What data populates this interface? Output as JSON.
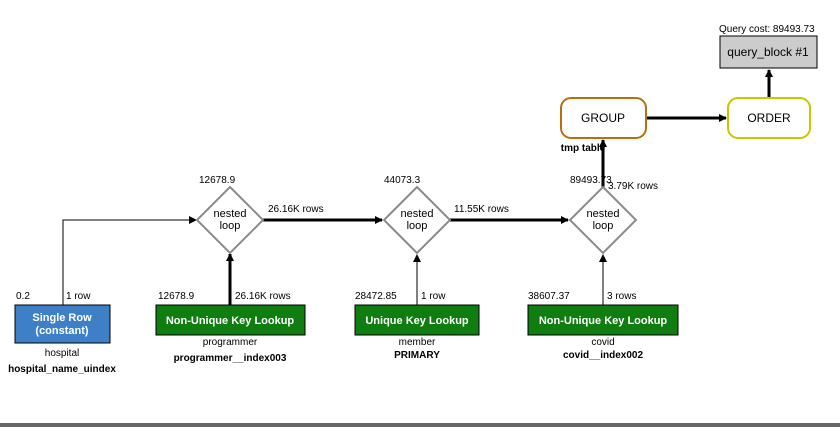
{
  "query_cost_label": "Query cost: 89493.73",
  "query_block": "query_block #1",
  "order": "ORDER",
  "group": "GROUP",
  "group_note": "tmp table",
  "colors": {
    "table_single_row": "#3e80c8",
    "table_lookup": "#0f7d0f",
    "loop_stroke": "#8a8a8a",
    "group_stroke": "#b8700e",
    "order_stroke": "#c8c800",
    "block_fill": "#cccccc"
  },
  "tables": [
    {
      "id": "hospital",
      "line1": "Single Row",
      "line2": "(constant)",
      "name": "hospital",
      "key": "hospital_name_uindex",
      "cost": "0.2",
      "rows": "1 row"
    },
    {
      "id": "programmer",
      "line1": "Non-Unique Key Lookup",
      "name": "programmer",
      "key": "programmer__index003",
      "cost": "12678.9",
      "rows": "26.16K rows"
    },
    {
      "id": "member",
      "line1": "Unique Key Lookup",
      "name": "member",
      "key": "PRIMARY",
      "cost": "28472.85",
      "rows": "1 row"
    },
    {
      "id": "covid",
      "line1": "Non-Unique Key Lookup",
      "name": "covid",
      "key": "covid__index002",
      "cost": "38607.37",
      "rows": "3 rows"
    }
  ],
  "loops": [
    {
      "line1": "nested",
      "line2": "loop",
      "cost": "12678.9",
      "out_rows": "26.16K rows"
    },
    {
      "line1": "nested",
      "line2": "loop",
      "cost": "44073.3",
      "out_rows": "11.55K rows"
    },
    {
      "line1": "nested",
      "line2": "loop",
      "cost": "89493.73",
      "out_rows": "3.79K rows"
    }
  ]
}
